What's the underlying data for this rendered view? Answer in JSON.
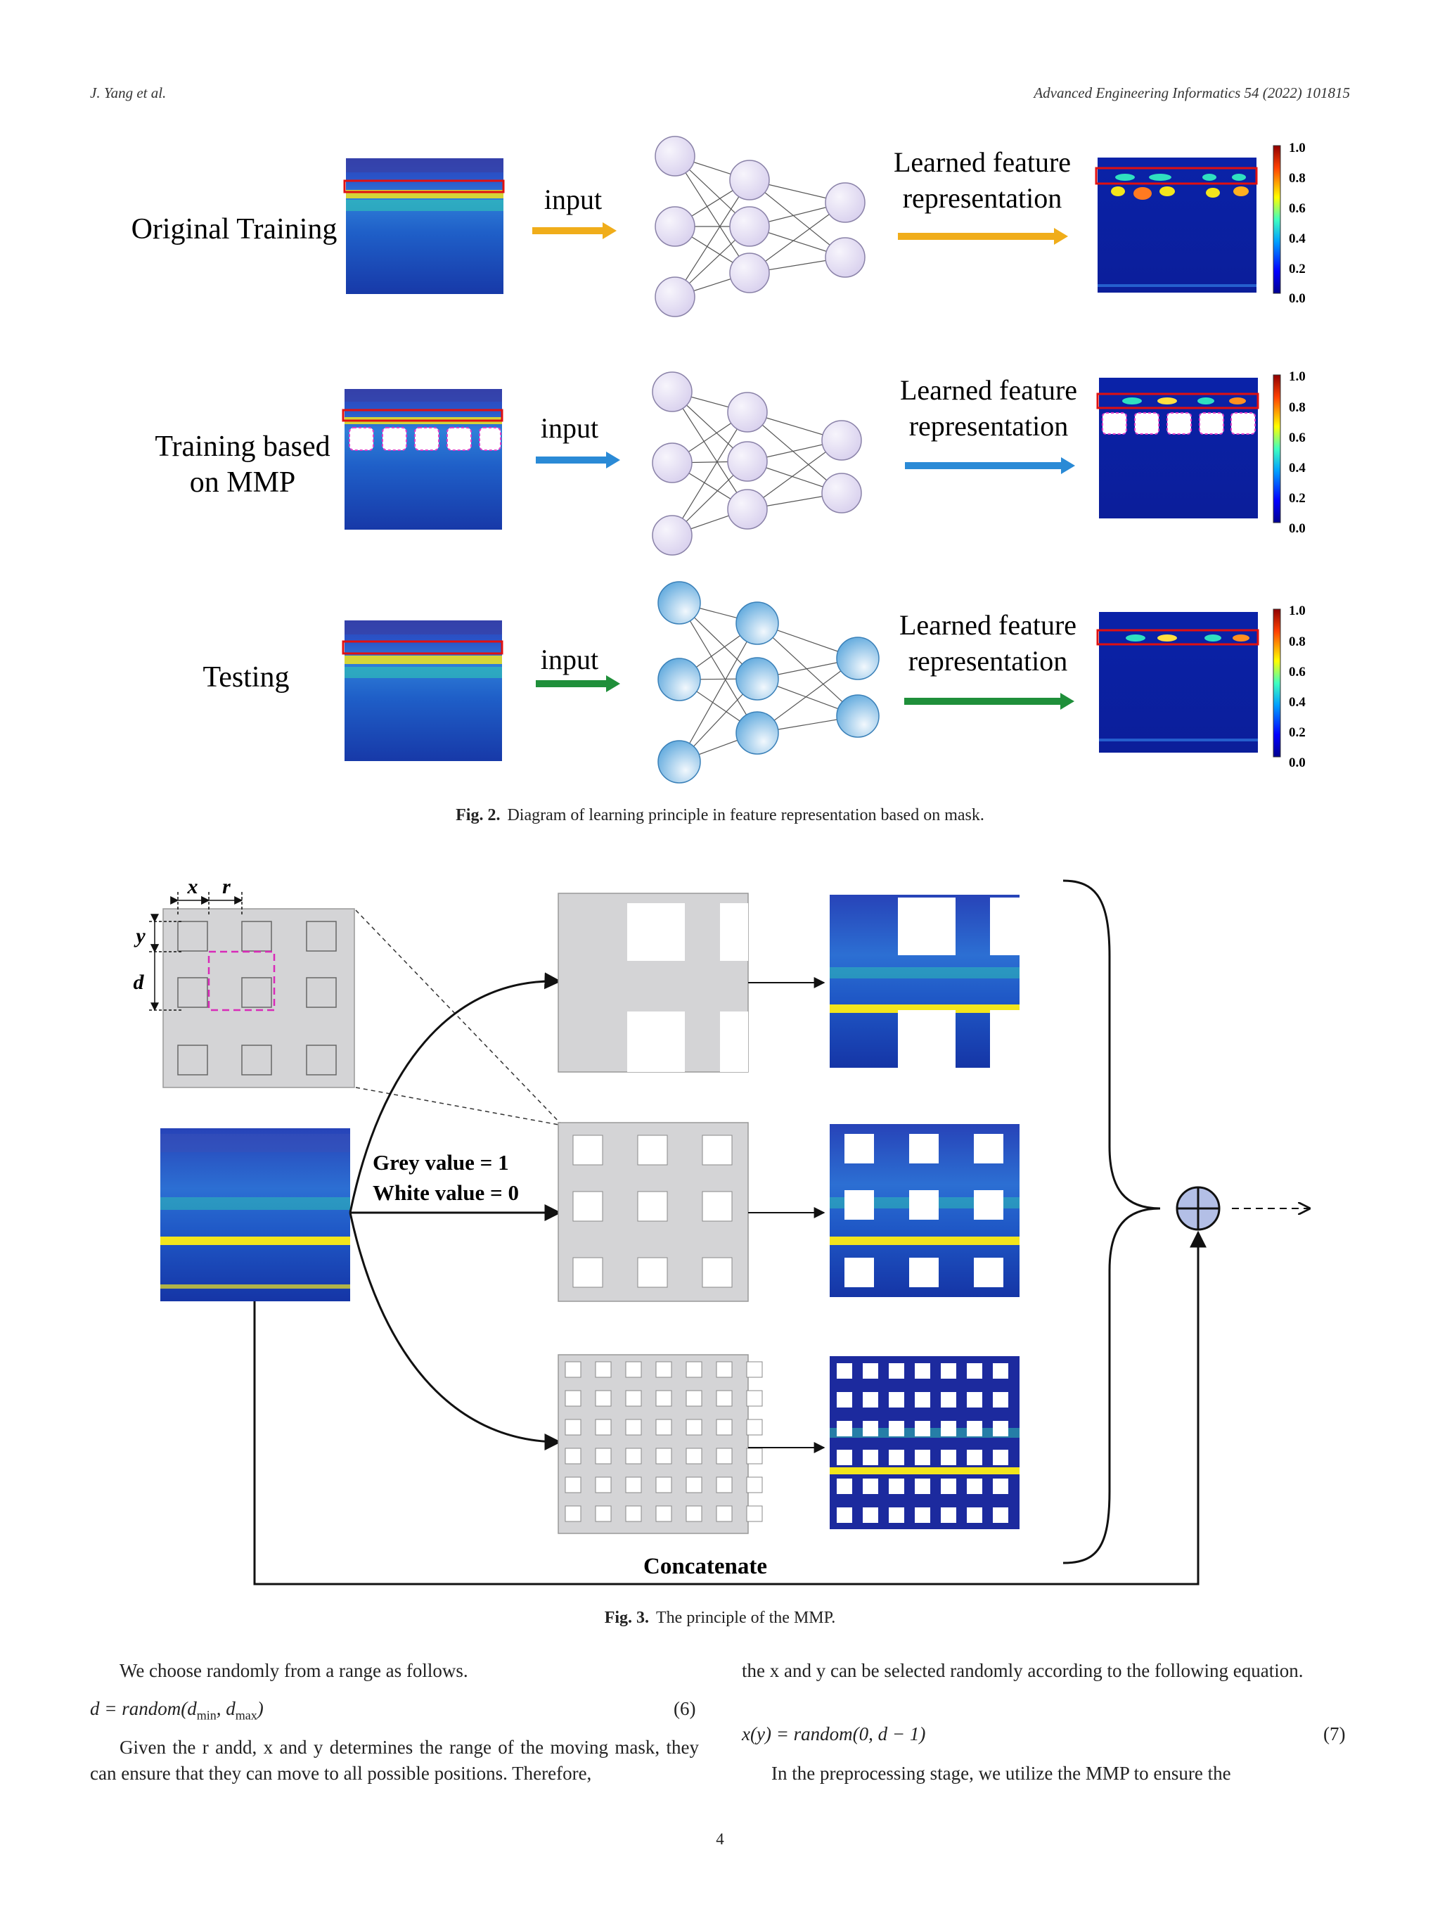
{
  "header": {
    "left": "J. Yang et al.",
    "right": "Advanced Engineering Informatics 54 (2022) 101815"
  },
  "fig2": {
    "rows": [
      {
        "label_lines": [
          "Original Training"
        ],
        "input_label": "input",
        "output_lines": [
          "Learned feature",
          "representation"
        ],
        "arrow_color": "#f0ad1a",
        "node_style": "light"
      },
      {
        "label_lines": [
          "Training based",
          "on MMP"
        ],
        "input_label": "input",
        "output_lines": [
          "Learned feature",
          "representation"
        ],
        "arrow_color": "#2a8ad6",
        "node_style": "light"
      },
      {
        "label_lines": [
          "Testing"
        ],
        "input_label": "input",
        "output_lines": [
          "Learned feature",
          "representation"
        ],
        "arrow_color": "#1f8f3a",
        "node_style": "blue"
      }
    ],
    "colorbar_ticks": [
      "1.0",
      "0.8",
      "0.6",
      "0.4",
      "0.2",
      "0.0"
    ],
    "caption_label": "Fig. 2.",
    "caption_text": "Diagram of learning principle in feature representation based on mask."
  },
  "fig3": {
    "dim_x": "x",
    "dim_r": "r",
    "dim_y": "y",
    "dim_d": "d",
    "grey_line": "Grey value = 1",
    "white_line": "White value = 0",
    "concat_label": "Concatenate",
    "caption_label": "Fig. 3.",
    "caption_text": "The principle of the MMP."
  },
  "text": {
    "left_p1": "We choose randomly from a range as follows.",
    "eq6": "d = random(d",
    "eq6_sub1": "min",
    "eq6_mid": ", d",
    "eq6_sub2": "max",
    "eq6_end": ")",
    "eq6_num": "(6)",
    "left_p2": "Given the r andd, x and y determines the range of the moving mask, they can ensure that they can move to all possible positions. Therefore,",
    "right_p1": "the x and y can be selected randomly according to the following equation.",
    "eq7": "x(y) = random(0, d − 1)",
    "eq7_num": "(7)",
    "right_p2": "In the preprocessing stage, we utilize the MMP to ensure the"
  },
  "page_number": "4",
  "colors": {
    "spectro_bg": "#1a3fb0",
    "spectro_band": "#f2e51c",
    "mask_grey": "#d4d4d6",
    "node_light": "#e6e0f3",
    "node_blue": "#7fbde6"
  }
}
